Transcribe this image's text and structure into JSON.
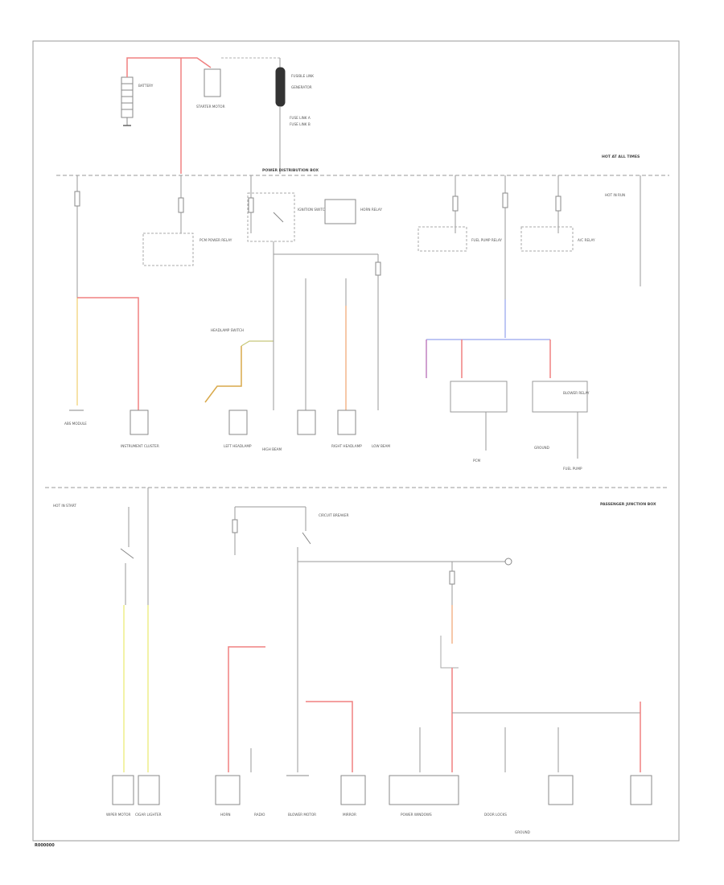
{
  "diagram": {
    "corner_code": "R000000",
    "labels": {
      "battery": "BATTERY",
      "starter": "STARTER MOTOR",
      "generator": "GENERATOR",
      "fusible_link": "FUSIBLE LINK",
      "fuse_link_a": "FUSE LINK A",
      "fuse_link_b": "FUSE LINK B",
      "power_dist_box": "POWER DISTRIBUTION BOX",
      "passenger_junction_box": "PASSENGER JUNCTION BOX",
      "ignition_switch": "IGNITION SWITCH",
      "pcm_power_relay": "PCM POWER RELAY",
      "fuel_pump_relay": "FUEL PUMP RELAY",
      "horn_relay": "HORN RELAY",
      "ac_relay": "A/C RELAY",
      "blower_relay": "BLOWER RELAY",
      "fuel_pump": "FUEL PUMP",
      "pcm": "PCM",
      "abs_module": "ABS MODULE",
      "instrument_cluster": "INSTRUMENT CLUSTER",
      "left_headlamp": "LEFT HEADLAMP",
      "right_headlamp": "RIGHT HEADLAMP",
      "headlamp_switch": "HEADLAMP SWITCH",
      "high_beam": "HIGH BEAM",
      "low_beam": "LOW BEAM",
      "horn": "HORN",
      "wiper_motor": "WIPER MOTOR",
      "radio": "RADIO",
      "blower_motor": "BLOWER MOTOR",
      "power_windows": "POWER WINDOWS",
      "door_locks": "DOOR LOCKS",
      "mirror": "MIRROR",
      "cigar_lighter": "CIGAR LIGHTER",
      "ground": "GROUND",
      "circuit_breaker": "CIRCUIT BREAKER",
      "hot_at_all_times": "HOT AT ALL TIMES",
      "hot_in_run": "HOT IN RUN",
      "hot_in_start": "HOT IN START"
    }
  }
}
